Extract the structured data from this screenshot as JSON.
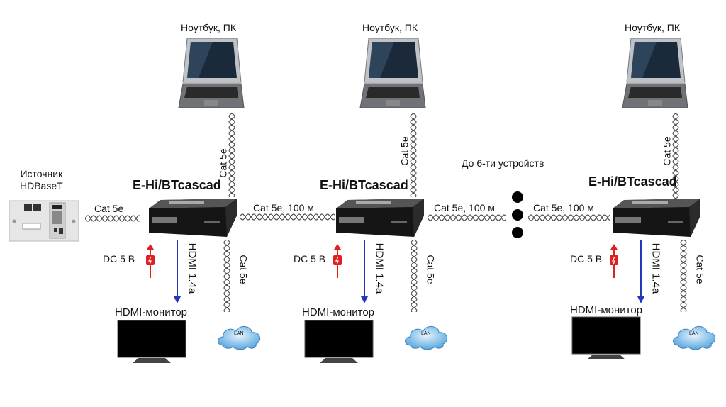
{
  "source": {
    "label_line1": "Источник",
    "label_line2": "HDBaseT"
  },
  "source_cable": "Cat 5e",
  "groups": [
    {
      "laptop_label": "Ноутбук, ПК",
      "uplink_cable": "Cat 5e",
      "device_name": "E-Hi/BTcascad",
      "power": "DC 5 В",
      "hdmi": "HDMI 1.4a",
      "lan_cable": "Cat 5e",
      "monitor_label": "HDMI-монитор",
      "lan": "LAN"
    },
    {
      "laptop_label": "Ноутбук, ПК",
      "uplink_cable": "Cat 5e",
      "device_name": "E-Hi/BTcascad",
      "power": "DC 5 В",
      "hdmi": "HDMI 1.4a",
      "lan_cable": "Cat 5e",
      "monitor_label": "HDMI-монитор",
      "lan": "LAN"
    },
    {
      "laptop_label": "Ноутбук, ПК",
      "uplink_cable": "Cat 5e",
      "device_name": "E-Hi/BTcascad",
      "power": "DC 5 В",
      "hdmi": "HDMI 1.4a",
      "lan_cable": "Cat 5e",
      "monitor_label": "HDMI-монитор",
      "lan": "LAN"
    }
  ],
  "links": [
    "Cat 5e, 100 м",
    "Cat 5e, 100 м",
    "Cat 5e, 100 м"
  ],
  "chain_note": "До 6-ти устройств",
  "colors": {
    "power_arrow": "#e02020",
    "hdmi_arrow": "#2438b8",
    "cloud": "#5aa8e0"
  }
}
